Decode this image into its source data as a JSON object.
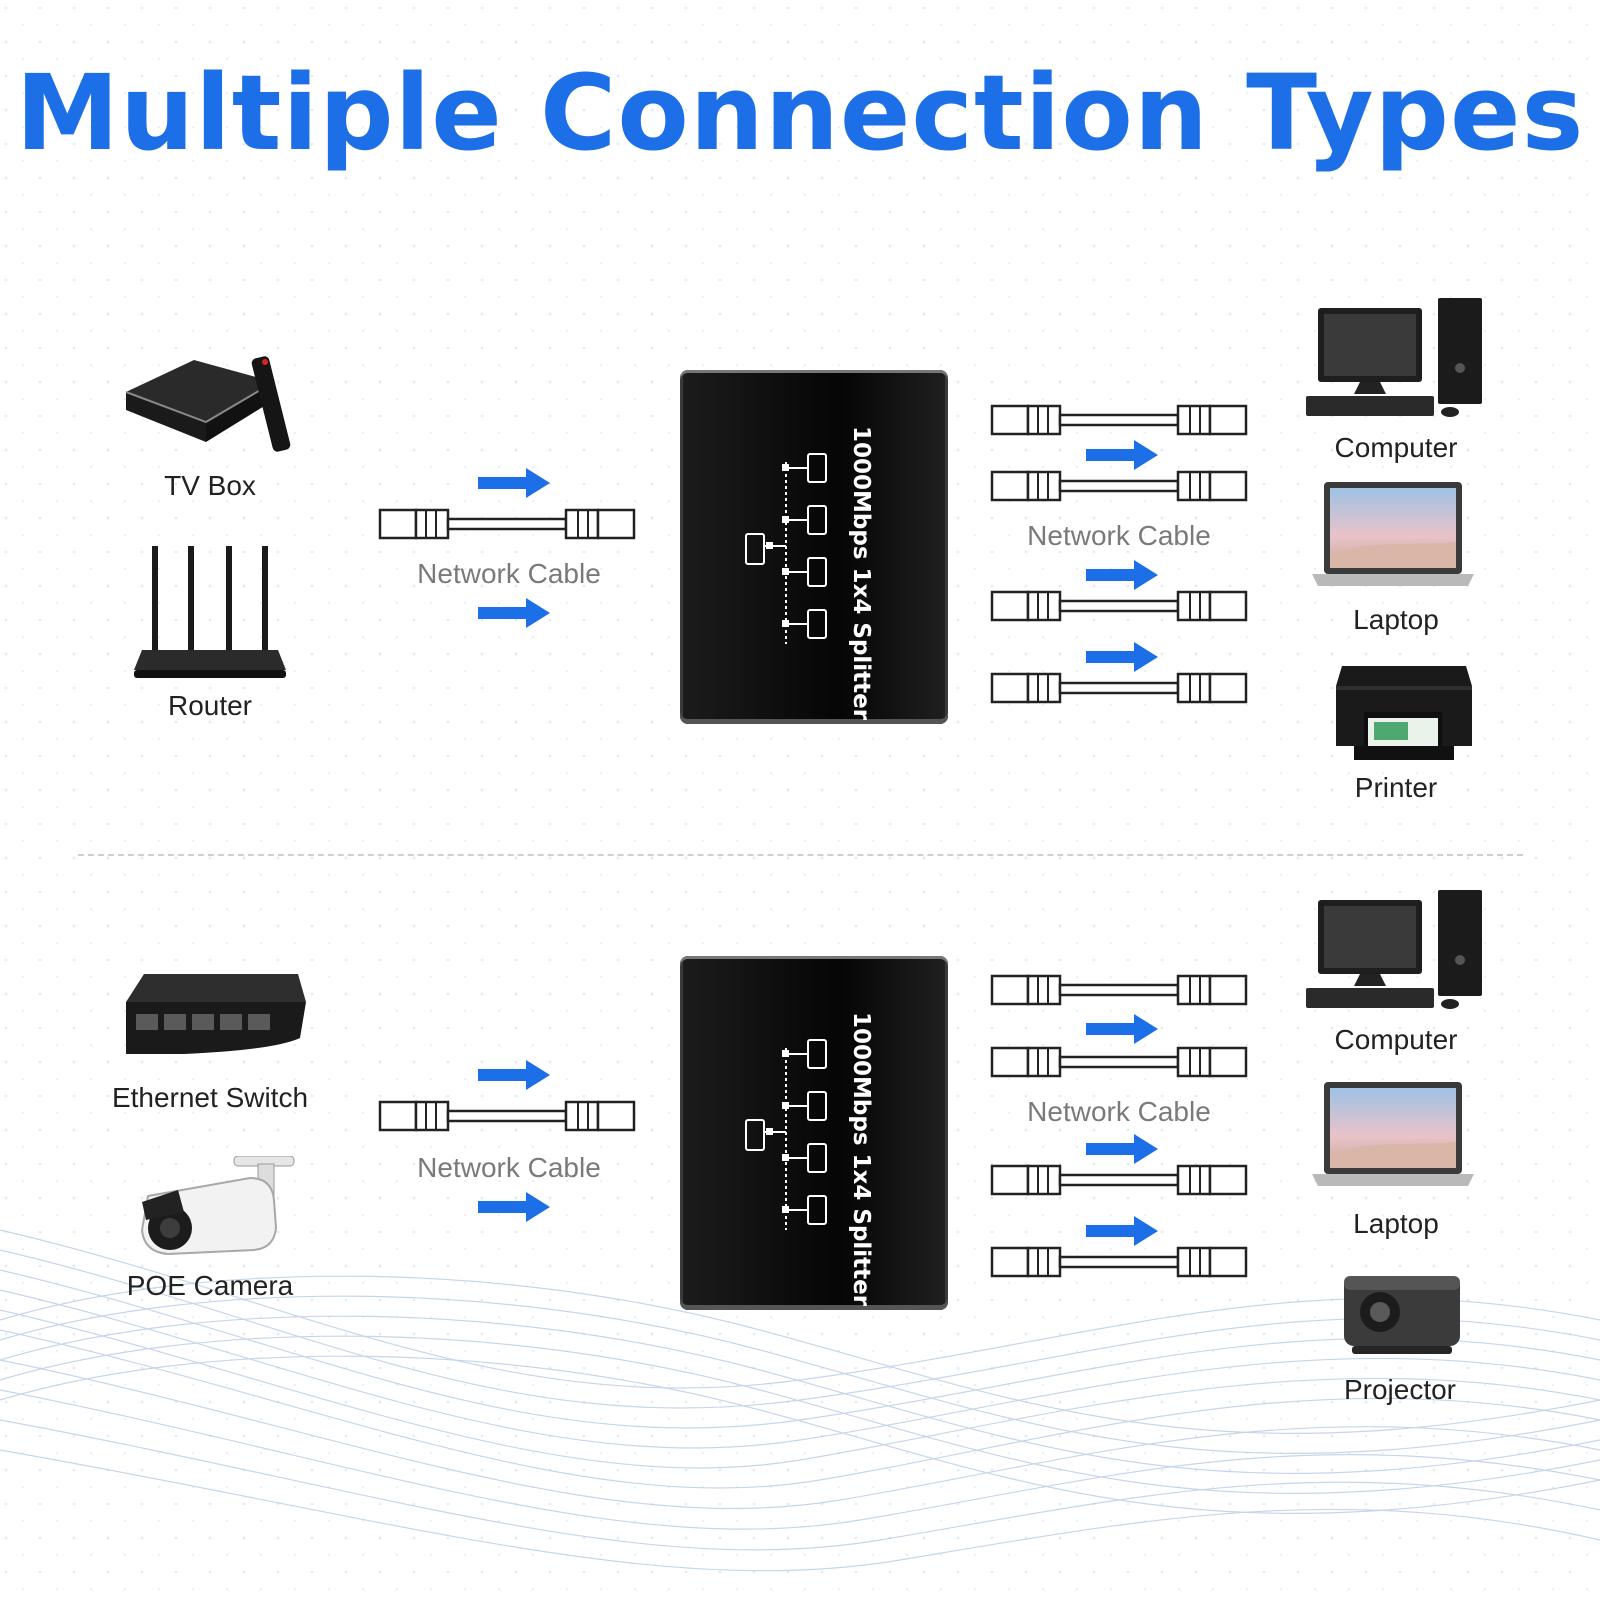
{
  "title": "Multiple Connection Types",
  "colors": {
    "accent": "#1c6fe6",
    "label": "#222222",
    "cable_label": "#7a7a7a",
    "splitter": "#0a0a0a"
  },
  "sections": [
    {
      "inputs": [
        {
          "label": "TV Box",
          "icon": "tv-box-icon"
        },
        {
          "label": "Router",
          "icon": "router-icon"
        }
      ],
      "input_cable_label": "Network Cable",
      "splitter_label": "1000Mbps 1x4 Splitter",
      "output_cable_label": "Network Cable",
      "outputs": [
        {
          "label": "Computer",
          "icon": "computer-icon"
        },
        {
          "label": "Laptop",
          "icon": "laptop-icon"
        },
        {
          "label": "Printer",
          "icon": "printer-icon"
        }
      ]
    },
    {
      "inputs": [
        {
          "label": "Ethernet Switch",
          "icon": "ethernet-switch-icon"
        },
        {
          "label": "POE Camera",
          "icon": "poe-camera-icon"
        }
      ],
      "input_cable_label": "Network Cable",
      "splitter_label": "1000Mbps 1x4 Splitter",
      "output_cable_label": "Network Cable",
      "outputs": [
        {
          "label": "Computer",
          "icon": "computer-icon"
        },
        {
          "label": "Laptop",
          "icon": "laptop-icon"
        },
        {
          "label": "Projector",
          "icon": "projector-icon"
        }
      ]
    }
  ]
}
